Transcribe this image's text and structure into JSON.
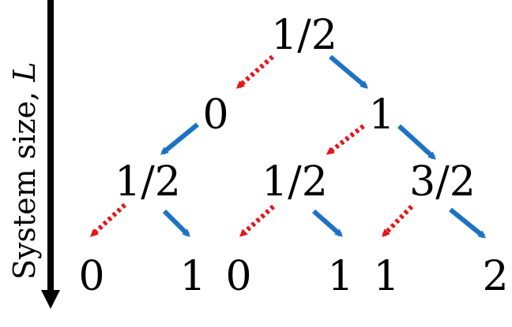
{
  "axis": {
    "label": "System size, ",
    "variable": "L"
  },
  "nodes": [
    {
      "id": "n0",
      "label": "1/2"
    },
    {
      "id": "n1",
      "label": "0"
    },
    {
      "id": "n2",
      "label": "1"
    },
    {
      "id": "n3",
      "label": "1/2"
    },
    {
      "id": "n4",
      "label": "1/2"
    },
    {
      "id": "n5",
      "label": "3/2"
    },
    {
      "id": "n6",
      "label": "0"
    },
    {
      "id": "n7",
      "label": "1"
    },
    {
      "id": "n8",
      "label": "0"
    },
    {
      "id": "n9",
      "label": "1"
    },
    {
      "id": "n10",
      "label": "1"
    },
    {
      "id": "n11",
      "label": "2"
    }
  ],
  "colors": {
    "decrease_arrow": "#e8141b",
    "increase_arrow": "#1d73c3",
    "axis": "#000000"
  },
  "edges": [
    {
      "from": "n0",
      "to": "n1",
      "type": "decrease",
      "style": "dotted"
    },
    {
      "from": "n0",
      "to": "n2",
      "type": "increase",
      "style": "solid"
    },
    {
      "from": "n1",
      "to": "n3",
      "type": "increase",
      "style": "solid"
    },
    {
      "from": "n2",
      "to": "n4",
      "type": "decrease",
      "style": "dotted"
    },
    {
      "from": "n2",
      "to": "n5",
      "type": "increase",
      "style": "solid"
    },
    {
      "from": "n3",
      "to": "n6",
      "type": "decrease",
      "style": "dotted"
    },
    {
      "from": "n3",
      "to": "n7",
      "type": "increase",
      "style": "solid"
    },
    {
      "from": "n4",
      "to": "n8",
      "type": "decrease",
      "style": "dotted"
    },
    {
      "from": "n4",
      "to": "n9",
      "type": "increase",
      "style": "solid"
    },
    {
      "from": "n5",
      "to": "n10",
      "type": "decrease",
      "style": "dotted"
    },
    {
      "from": "n5",
      "to": "n11",
      "type": "increase",
      "style": "solid"
    }
  ]
}
